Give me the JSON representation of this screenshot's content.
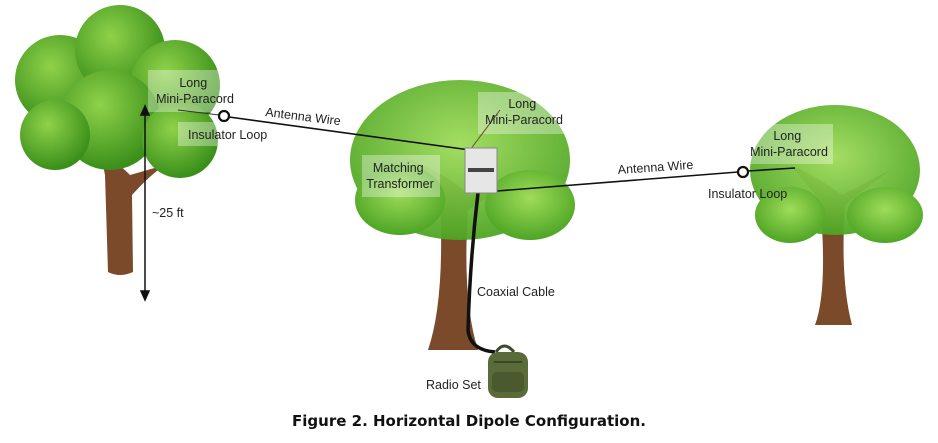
{
  "diagram": {
    "caption": "Figure 2. Horizontal Dipole Configuration.",
    "height_label": "~25 ft",
    "left": {
      "paracord": [
        "Long",
        "Mini-Paracord"
      ],
      "insulator": "Insulator Loop",
      "wire": "Antenna Wire"
    },
    "center": {
      "paracord": [
        "Long",
        "Mini-Paracord"
      ],
      "transformer": [
        "Matching",
        "Transformer"
      ],
      "coax": "Coaxial Cable",
      "radio": "Radio Set"
    },
    "right": {
      "paracord": [
        "Long",
        "Mini-Paracord"
      ],
      "insulator": "Insulator Loop",
      "wire": "Antenna Wire"
    },
    "colors": {
      "leaf_dark": "#3f9a1e",
      "leaf_light": "#7cc63a",
      "trunk": "#7a4a2a",
      "backpack": "#5a6b3a"
    }
  }
}
